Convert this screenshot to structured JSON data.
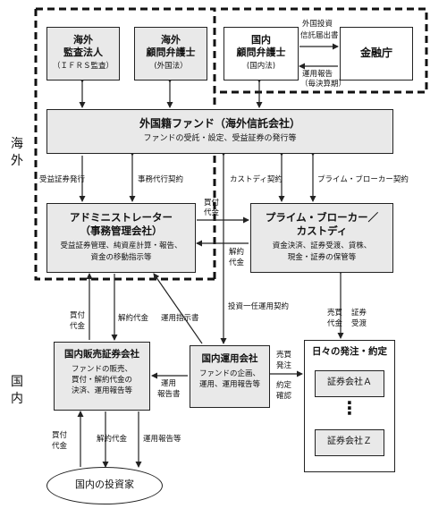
{
  "regions": {
    "overseas": "海外",
    "domestic": "国内"
  },
  "boxes": {
    "auditor": {
      "line1": "海外",
      "line2": "監査法人",
      "sub": "（ＩＦＲＳ監査）"
    },
    "overseas_lawyer": {
      "line1": "海外",
      "line2": "顧問弁護士",
      "sub": "(外国法）"
    },
    "domestic_lawyer": {
      "line1": "国内",
      "line2": "顧問弁護士",
      "sub": "(国内法)"
    },
    "fsa": {
      "title": "金融庁"
    },
    "fund": {
      "title": "外国籍ファンド（海外信託会社）",
      "sub": "ファンドの受託・設定、受益証券の発行等"
    },
    "admin": {
      "title1": "アドミニストレーター",
      "title2": "（事務管理会社）",
      "sub1": "受益証券管理、純資産計算・報告、",
      "sub2": "資金の移動指示等"
    },
    "prime": {
      "title1": "プライム・ブローカー／",
      "title2": "カストディ",
      "sub1": "資金決済、証券受渡、貸株、",
      "sub2": "現金・証券の保管等"
    },
    "dist": {
      "title": "国内販売証券会社",
      "sub1": "ファンドの販売、",
      "sub2": "買付・解約代金の",
      "sub3": "決済、運用報告等"
    },
    "mgr": {
      "title": "国内運用会社",
      "sub1": "ファンドの企画、",
      "sub2": "運用、運用報告等"
    },
    "daily": {
      "title": "日々の発注・約定",
      "sec_a": "証券会社Ａ",
      "dots": "⋮",
      "sec_z": "証券会社Ｚ"
    },
    "investors": {
      "title": "国内の投資家"
    }
  },
  "labels": {
    "trust_filing1": "外国投資",
    "trust_filing2": "信託届出書",
    "report1": "運用報告",
    "report2": "（毎決算期）",
    "beneficiary_issue": "受益証券発行",
    "admin_agency": "事務代行契約",
    "custody_contract": "カストディ契約",
    "prime_contract": "プライム・ブローカー契約",
    "buy1_a": "買付",
    "buy1_b": "代金",
    "cancel1_a": "解約",
    "cancel1_b": "代金",
    "dist_buy_a": "買付",
    "dist_buy_b": "代金",
    "dist_cancel": "解約代金",
    "instruction": "運用指示書",
    "discretionary": "投資一任運用契約",
    "sell_buy_a": "売買",
    "sell_buy_b": "代金",
    "settle_a": "証券",
    "settle_b": "受渡",
    "mgr_report_a": "運用",
    "mgr_report_b": "報告書",
    "order_a": "売買",
    "order_b": "発注",
    "confirm_a": "約定",
    "confirm_b": "確認",
    "inv_buy_a": "買付",
    "inv_buy_b": "代金",
    "inv_cancel": "解約代金",
    "inv_report": "運用報告等"
  }
}
